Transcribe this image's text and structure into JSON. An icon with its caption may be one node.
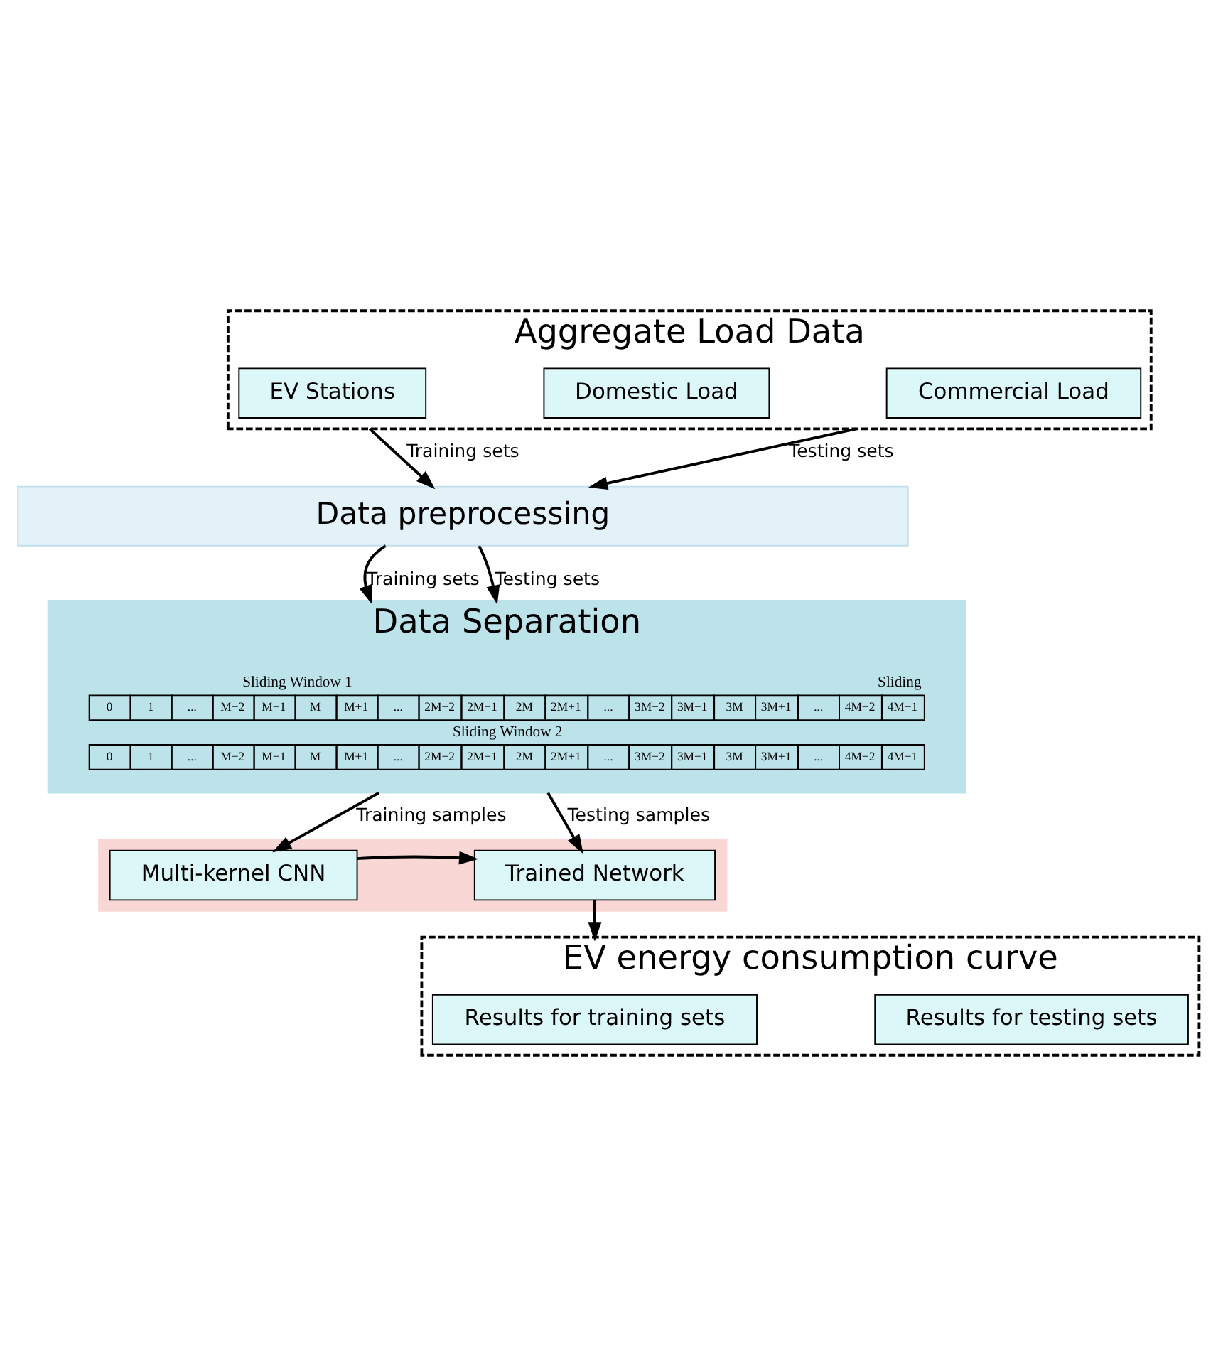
{
  "diagram": {
    "nodes": [
      {
        "text": [
          "Aggregate Load Data"
        ]
      },
      {
        "text": [
          "EV Stations"
        ],
        "in": 0
      },
      {
        "text": [
          "Domestic Load"
        ],
        "in": 0
      },
      {
        "text": [
          "Commercial Load"
        ],
        "in": 0
      },
      {
        "text": [
          "Data preprocessing"
        ]
      },
      {
        "text": [
          "Data Separation"
        ]
      },
      {
        "text": [],
        "shape": "box"
      },
      {
        "text": [
          "Multi-kernel CNN"
        ],
        "in": 6
      },
      {
        "text": [
          "Trained Network"
        ],
        "in": 6
      },
      {
        "text": [
          "EV energy consumption curve"
        ]
      },
      {
        "text": [
          "Results for training sets"
        ],
        "in": 9
      },
      {
        "text": [
          "Results for testing sets"
        ],
        "in": 9
      }
    ],
    "edges": [
      {
        "from": 0,
        "to": 4,
        "arrow": "to",
        "label": "Training sets"
      },
      {
        "from": 0,
        "to": 4,
        "arrow": "to",
        "label": "Testing sets"
      },
      {
        "from": 4,
        "to": 5,
        "arrow": "to",
        "label": "Training sets"
      },
      {
        "from": 4,
        "to": 5,
        "arrow": "to",
        "label": "Testing sets"
      },
      {
        "from": 5,
        "to": 7,
        "arrow": "to",
        "label": "Training samples"
      },
      {
        "from": 5,
        "to": 8,
        "arrow": "to",
        "label": "Testing samples"
      },
      {
        "from": 7,
        "to": 8,
        "arrow": "to"
      },
      {
        "from": 8,
        "to": 9,
        "arrow": "to"
      }
    ],
    "labels": [
      "Sliding Window 1",
      "Sliding",
      "0",
      "1",
      "...",
      "M−2",
      "M−1",
      "M",
      "M+1",
      "...",
      "2M−2",
      "2M−1",
      "2M",
      "2M+1",
      "...",
      "3M−2",
      "3M−1",
      "3M",
      "3M+1",
      "...",
      "4M−2",
      "4M−1",
      "Sliding Window 2",
      "0",
      "1",
      "...",
      "M−2",
      "M−1",
      "M",
      "M+1",
      "...",
      "2M−2",
      "2M−1",
      "2M",
      "2M+1",
      "...",
      "3M−2",
      "3M−1",
      "3M",
      "3M+1",
      "...",
      "4M−2",
      "4M−1"
    ]
  }
}
